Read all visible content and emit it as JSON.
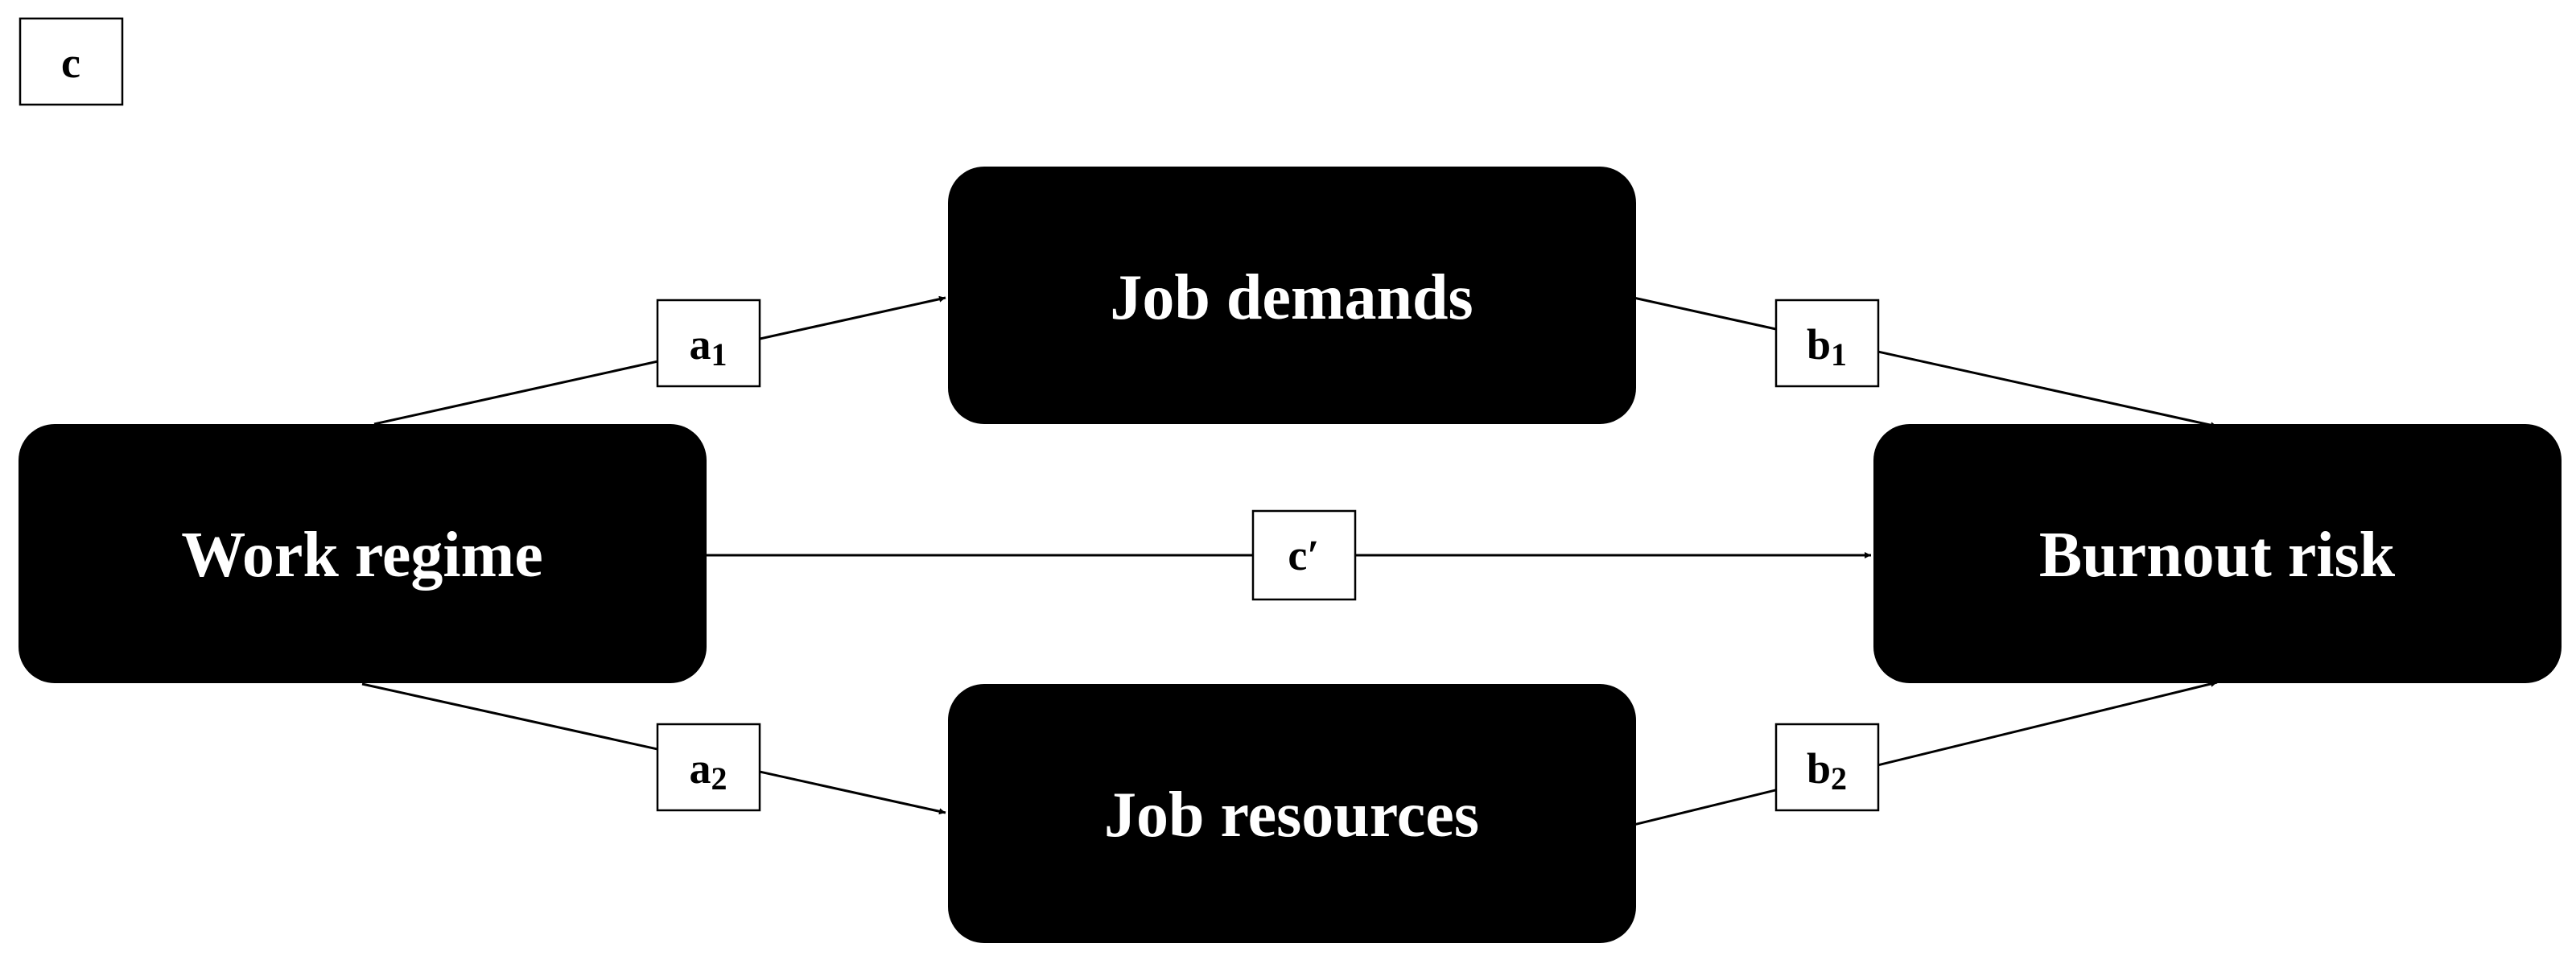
{
  "panel_label": "c",
  "nodes": {
    "work_regime": "Work regime",
    "job_demands": "Job demands",
    "job_resources": "Job resources",
    "burnout_risk": "Burnout risk"
  },
  "paths": {
    "a1": {
      "base": "a",
      "sub": "1"
    },
    "a2": {
      "base": "a",
      "sub": "2"
    },
    "b1": {
      "base": "b",
      "sub": "1"
    },
    "b2": {
      "base": "b",
      "sub": "2"
    },
    "c_prime": {
      "base": "c′",
      "sub": ""
    }
  }
}
